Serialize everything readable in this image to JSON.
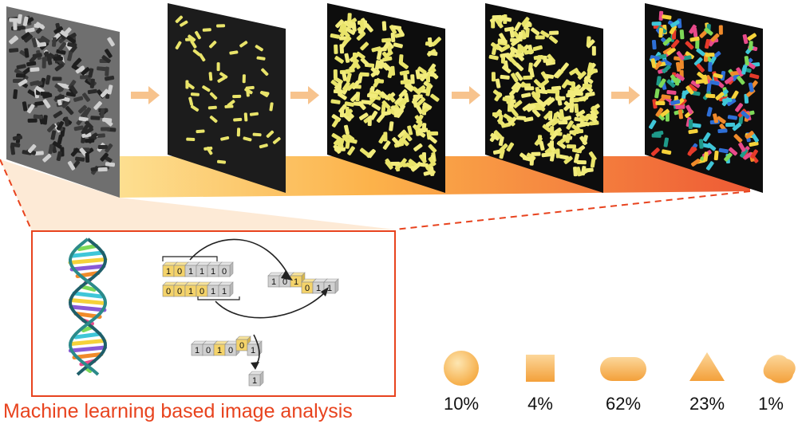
{
  "caption": "Machine learning based image analysis",
  "colors": {
    "accent": "#e8431e",
    "particle_yellow": "#e9e46a",
    "panel_dark": "#1c1c1c",
    "arrow": "#f7c38d"
  },
  "icons": {
    "helix": "dna-double-helix-icon",
    "bits": "binary-crossover-icon"
  },
  "genetics": {
    "parent_a": [
      "1",
      "0",
      "1",
      "1",
      "1",
      "0"
    ],
    "parent_b": [
      "0",
      "0",
      "1",
      "0",
      "1",
      "1"
    ],
    "child": [
      "1",
      "0",
      "1",
      "0",
      "1",
      "1"
    ],
    "mutant": [
      "1",
      "0",
      "1",
      "0",
      "0",
      "1"
    ],
    "flipped": "1"
  },
  "classes": [
    {
      "shape": "sphere",
      "percent": "10%"
    },
    {
      "shape": "cube",
      "percent": "4%"
    },
    {
      "shape": "rod",
      "percent": "62%"
    },
    {
      "shape": "triangle",
      "percent": "23%"
    },
    {
      "shape": "irregular",
      "percent": "1%"
    }
  ]
}
